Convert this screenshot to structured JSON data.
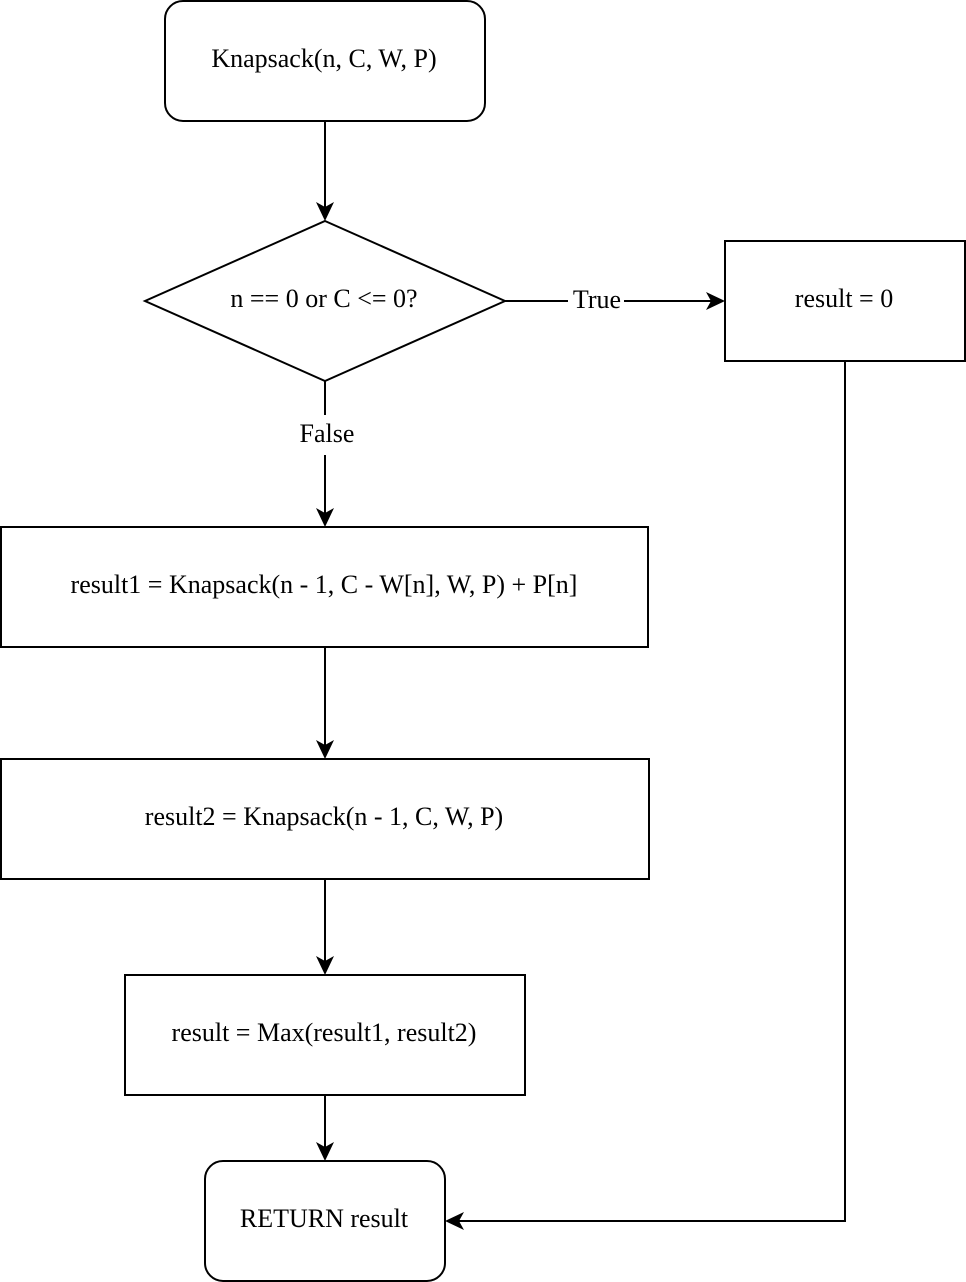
{
  "diagram": {
    "nodes": {
      "start": {
        "label": "Knapsack(n, C, W, P)"
      },
      "decision": {
        "label": "n == 0 or C <= 0?"
      },
      "zero": {
        "label": "result = 0"
      },
      "take": {
        "label": "result1 = Knapsack(n - 1, C - W[n], W, P) + P[n]"
      },
      "skip": {
        "label": "result2 = Knapsack(n - 1, C, W, P)"
      },
      "max": {
        "label": "result = Max(result1, result2)"
      },
      "end": {
        "label": "RETURN result"
      }
    },
    "edges": {
      "true_label": "True",
      "false_label": "False"
    },
    "colors": {
      "stroke": "#000000",
      "fill": "#ffffff"
    }
  }
}
